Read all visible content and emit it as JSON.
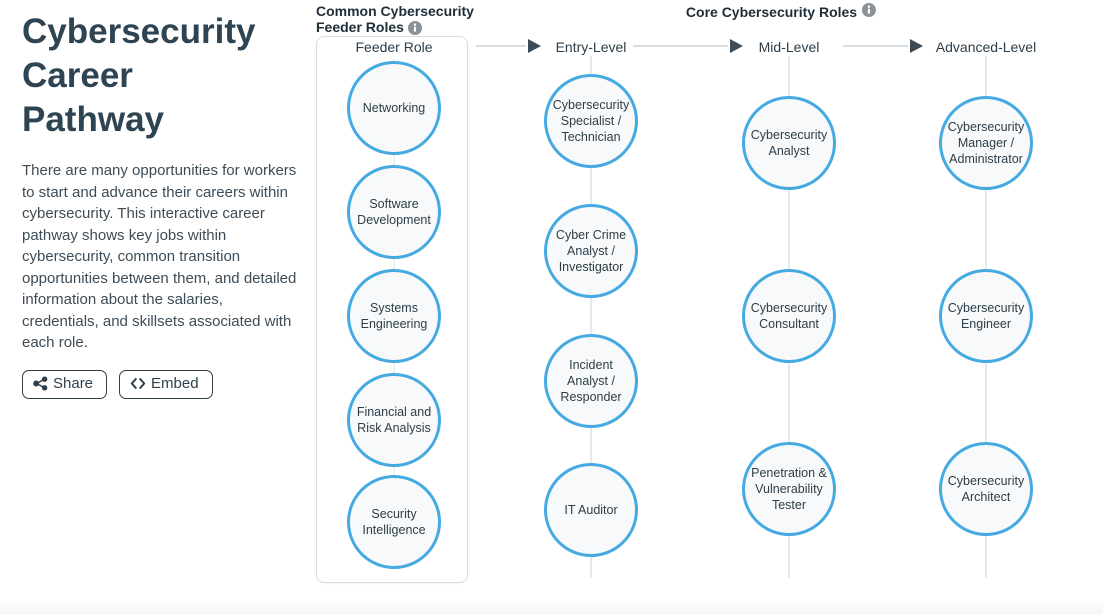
{
  "intro": {
    "title": "Cybersecurity Career Pathway",
    "description": "There are many opportunities for workers to start and advance their careers within cybersecurity. This interactive career pathway shows key jobs within cybersecurity, common transition opportunities between them, and detailed information about the salaries, credentials, and skillsets associated with each role.",
    "buttons": [
      {
        "label": "Share",
        "icon": "share-alt-icon"
      },
      {
        "label": "Embed",
        "icon": "code-icon"
      }
    ]
  },
  "feeder": {
    "header": "Common Cybersecurity Feeder Roles",
    "info_icon": "info-icon",
    "column_label": "Feeder Role",
    "roles": [
      "Networking",
      "Software Development",
      "Systems Engineering",
      "Financial and Risk Analysis",
      "Security Intelligence"
    ]
  },
  "core": {
    "header": "Core Cybersecurity Roles",
    "info_icon": "info-icon",
    "columns": [
      {
        "label": "Entry-Level",
        "roles": [
          "Cybersecurity Specialist / Technician",
          "Cyber Crime Analyst / Investigator",
          "Incident Analyst / Responder",
          "IT Auditor"
        ]
      },
      {
        "label": "Mid-Level",
        "roles": [
          "Cybersecurity Analyst",
          "Cybersecurity Consultant",
          "Penetration & Vulnerability Tester"
        ]
      },
      {
        "label": "Advanced-Level",
        "roles": [
          "Cybersecurity Manager / Administrator",
          "Cybersecurity Engineer",
          "Cybersecurity Architect"
        ]
      }
    ]
  },
  "colors": {
    "circle_border": "#45a9e2",
    "circle_fill": "#f7f9fa",
    "title_text": "#2e4453",
    "connector_line": "#e7e9eb",
    "arrow": "#3e4c58",
    "info_icon_gray": "#8a9197"
  }
}
